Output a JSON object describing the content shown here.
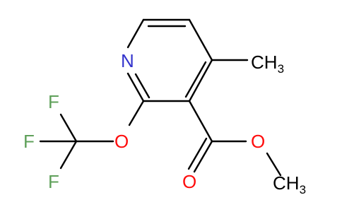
{
  "molecule": {
    "atoms": {
      "N": {
        "text": "N",
        "color": "#3333cc"
      },
      "O_ether": {
        "text": "O",
        "color": "#ff0d0d"
      },
      "O_carbonyl": {
        "text": "O",
        "color": "#ff0d0d"
      },
      "O_ester": {
        "text": "O",
        "color": "#ff0d0d"
      },
      "F_top": {
        "text": "F",
        "color": "#5fa05a"
      },
      "F_left": {
        "text": "F",
        "color": "#5fa05a"
      },
      "F_bottom": {
        "text": "F",
        "color": "#5fa05a"
      },
      "CH3_ring": {
        "text": "CH",
        "sub": "3",
        "color": "#000000"
      },
      "CH3_ester": {
        "text": "CH",
        "sub": "3",
        "color": "#000000"
      }
    },
    "bond_color": "#000000"
  }
}
